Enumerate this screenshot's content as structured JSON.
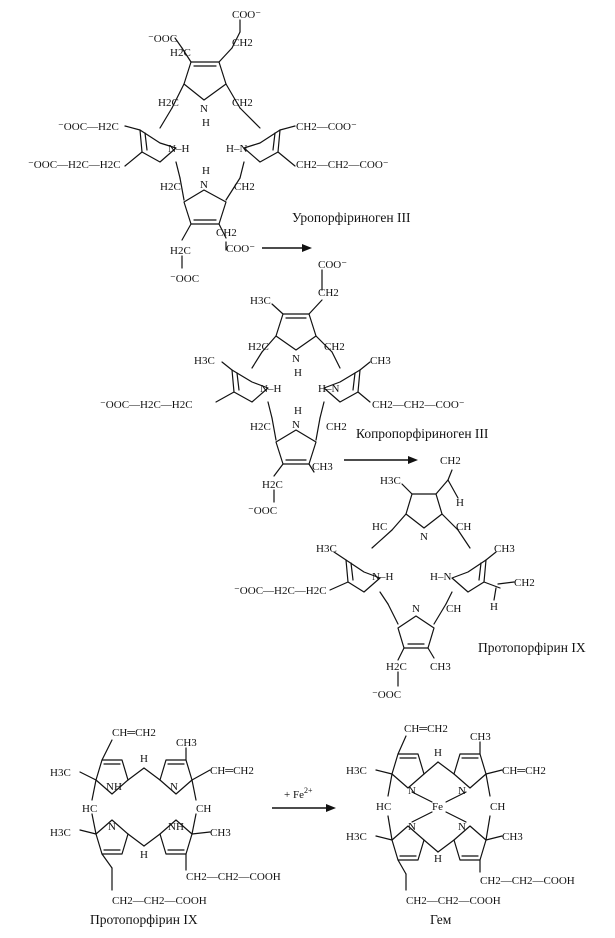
{
  "captions": {
    "uroporphyrinogen": "Уропорфіриноген III",
    "coproporphyrinogen": "Копропорфіриноген III",
    "protoporphyrin_1": "Протопорфірин IX",
    "protoporphyrin_2": "Протопорфірин IX",
    "heme": "Гем"
  },
  "reaction": {
    "fe_label": "+ Fe",
    "fe_charge": "2+"
  },
  "atoms": {
    "N": "N",
    "H": "H",
    "NH": "NH",
    "N_H": "N–H",
    "H_N": "H–N",
    "CH2": "CH2",
    "H2C": "H2C",
    "HC": "HC",
    "CH": "CH",
    "CH3": "CH3",
    "H3C": "H3C",
    "Fe": "Fe"
  },
  "groups": {
    "coo_neg": "COO⁻",
    "ooc_neg": "⁻OOC",
    "ooc_ch2_left": "⁻OOC—H2C",
    "ooc_ch2ch2_left": "⁻OOC—H2C—H2C",
    "ch2_coo_right": "CH2—COO⁻",
    "ch2ch2_coo_right": "CH2—CH2—COO⁻",
    "ch_ch2_right": "CH═CH2",
    "ch_ch2_top": "CH═CH2",
    "ch2ch2cooh_right": "CH2—CH2—COOH",
    "ch2ch2cooh_bottom": "CH2—CH2—COOH"
  }
}
